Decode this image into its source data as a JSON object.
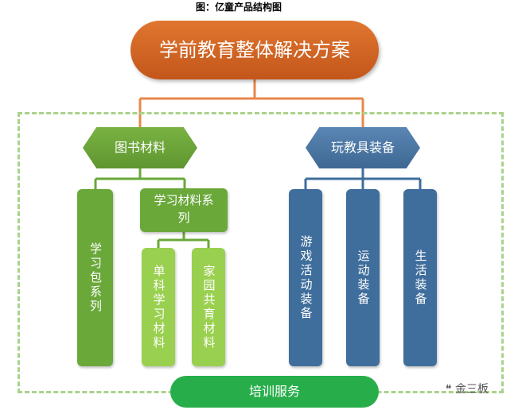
{
  "caption": "图：亿童产品结构图",
  "root": "学前教育整体解决方案",
  "left_branch": {
    "title": "图书材料",
    "child1": "学习包系列",
    "child2": "学习材料系列",
    "grand1": "单科学习材料",
    "grand2": "家园共育材料"
  },
  "right_branch": {
    "title": "玩教具装备",
    "child1": "游戏活动装备",
    "child2": "运动装备",
    "child3": "生活装备"
  },
  "bottom": "培训服务",
  "watermark": "金三板",
  "colors": {
    "root": "#d0621f",
    "green_dark": "#6aa83a",
    "green_light": "#9ad04f",
    "blue": "#3f6e9c",
    "service": "#27ae4a",
    "dashed_frame": "#a9d38a",
    "connector": "#e8874a"
  }
}
